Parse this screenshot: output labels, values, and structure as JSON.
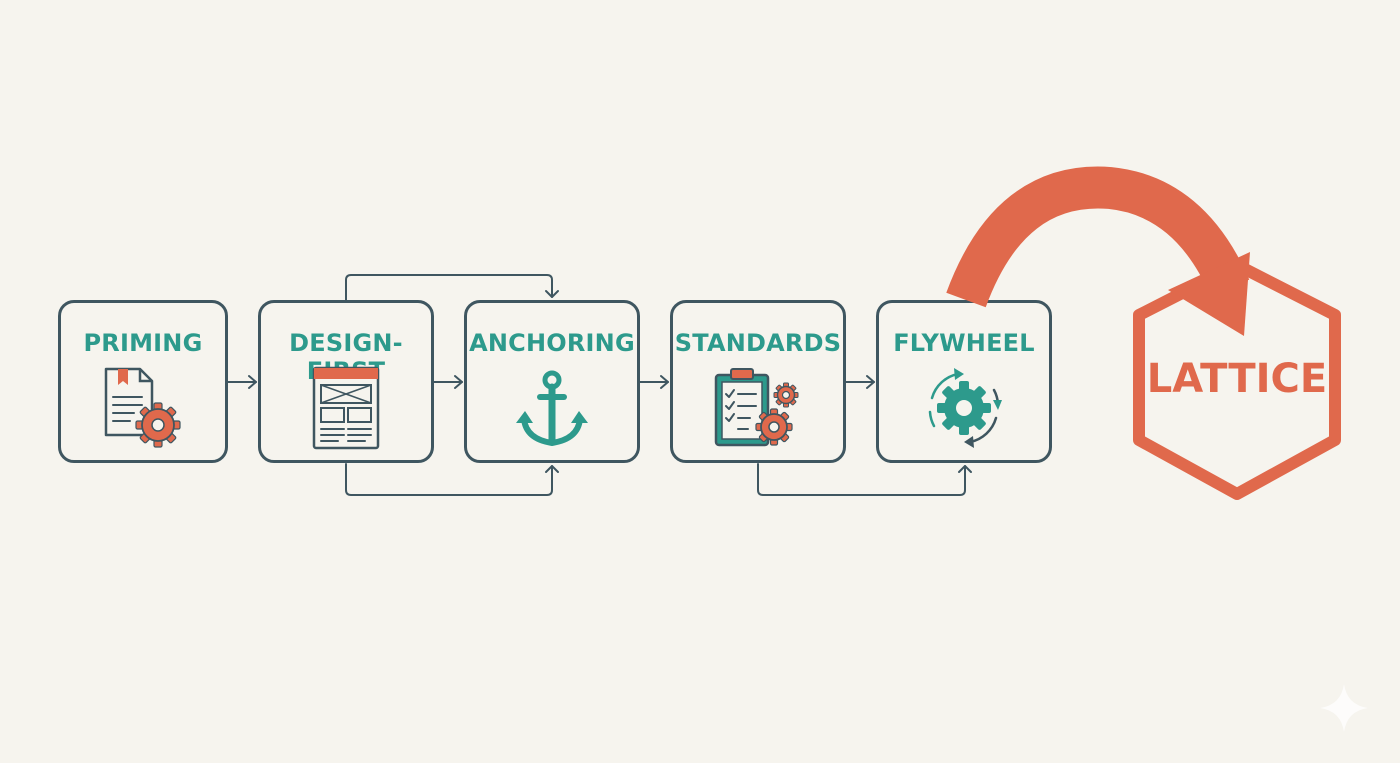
{
  "stages": [
    {
      "label": "PRIMING",
      "icon": "document-gear-icon"
    },
    {
      "label": "DESIGN-FIRST",
      "icon": "wireframe-layout-icon"
    },
    {
      "label": "ANCHORING",
      "icon": "anchor-icon"
    },
    {
      "label": "STANDARDS",
      "icon": "clipboard-checklist-gears-icon"
    },
    {
      "label": "FLYWHEEL",
      "icon": "gear-cycle-icon"
    }
  ],
  "goal": {
    "label": "LATTICE",
    "icon": "hexagon-icon"
  },
  "colors": {
    "background": "#f6f4ee",
    "outline": "#3f5660",
    "teal": "#2d9a8c",
    "accent": "#e0694c"
  },
  "watermark": {
    "icon": "sparkle-icon"
  }
}
